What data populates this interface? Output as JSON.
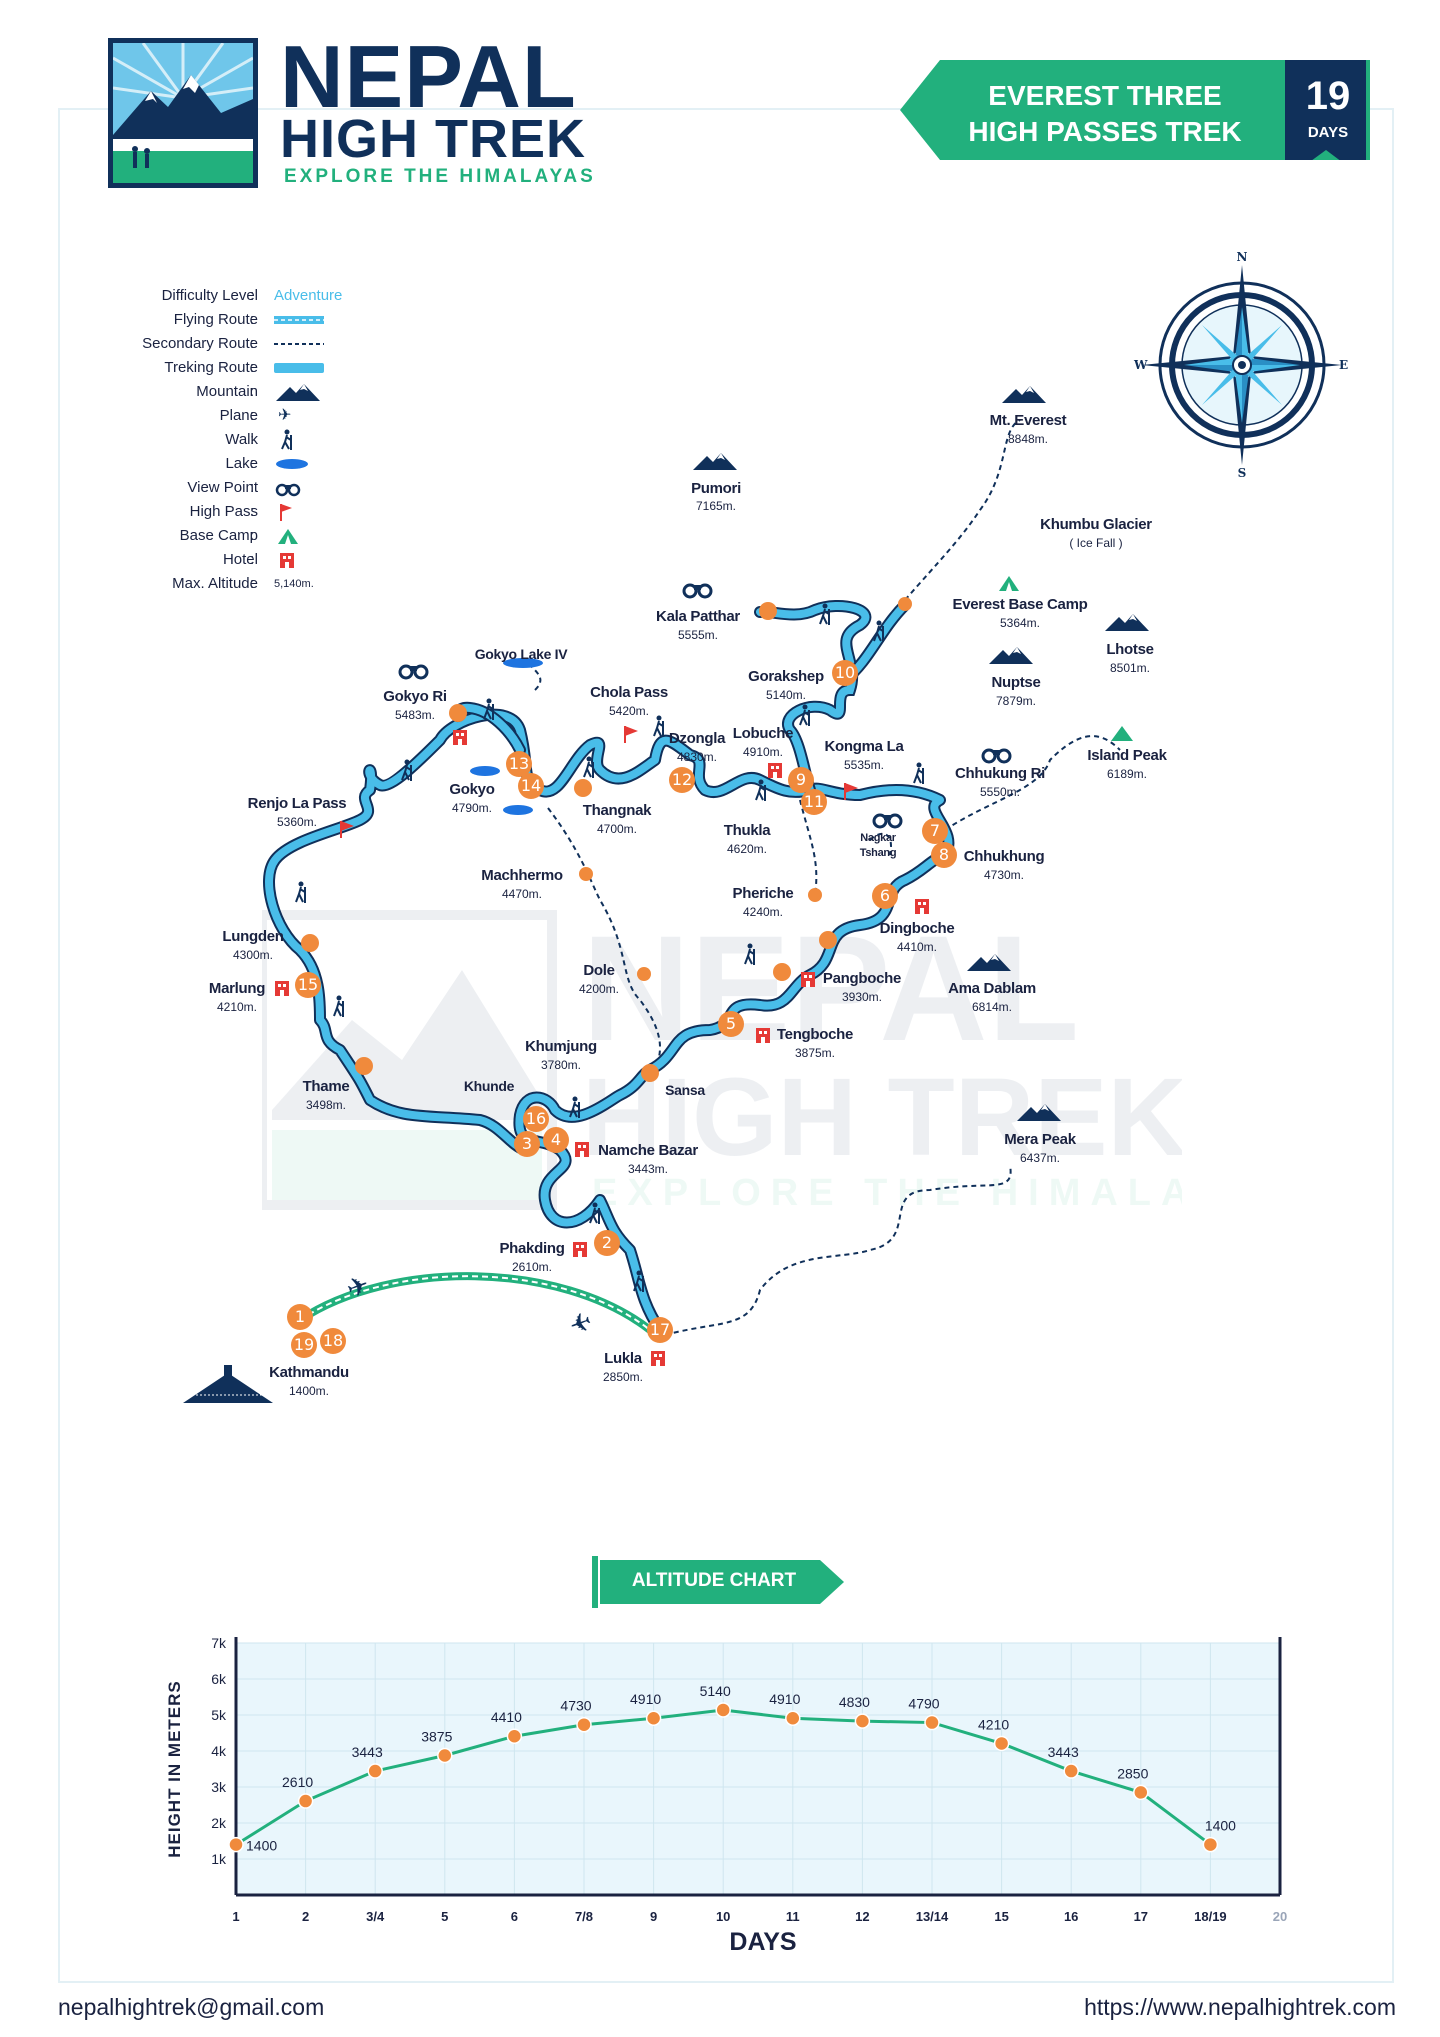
{
  "brand": {
    "line1": "NEPAL",
    "line2": "HIGH TREK",
    "tagline": "EXPLORE THE HIMALAYAS"
  },
  "title": {
    "line1": "EVEREST THREE",
    "line2": "HIGH PASSES TREK",
    "days_value": "19",
    "days_label": "DAYS"
  },
  "colors": {
    "navy": "#10305a",
    "green": "#22b07d",
    "route": "#49bde9",
    "stop": "#f08a3c",
    "pass_flag": "#e53935",
    "hotel": "#e53935"
  },
  "legend": [
    {
      "label": "Difficulty Level",
      "value": "Adventure",
      "icon": "text"
    },
    {
      "label": "Flying Route",
      "icon": "flying-route-line"
    },
    {
      "label": "Secondary Route",
      "icon": "dashed-line"
    },
    {
      "label": "Treking Route",
      "icon": "trek-route-line"
    },
    {
      "label": "Mountain",
      "icon": "mountain-icon"
    },
    {
      "label": "Plane",
      "icon": "plane-icon"
    },
    {
      "label": "Walk",
      "icon": "walker-icon"
    },
    {
      "label": "Lake",
      "icon": "lake-icon"
    },
    {
      "label": "View Point",
      "icon": "binoculars-icon"
    },
    {
      "label": "High Pass",
      "icon": "flag-icon"
    },
    {
      "label": "Base Camp",
      "icon": "tent-icon"
    },
    {
      "label": "Hotel",
      "icon": "hotel-icon"
    },
    {
      "label": "Max. Altitude",
      "value": "5,140m.",
      "icon": "text"
    }
  ],
  "compass": {
    "n": "N",
    "e": "E",
    "s": "S",
    "w": "W"
  },
  "places": [
    {
      "name": "Mt. Everest",
      "alt": "8848m."
    },
    {
      "name": "Pumori",
      "alt": "7165m."
    },
    {
      "name": "Khumbu Glacier",
      "alt": "( Ice Fall )"
    },
    {
      "name": "Kala Patthar",
      "alt": "5555m."
    },
    {
      "name": "Everest Base Camp",
      "alt": "5364m."
    },
    {
      "name": "Lhotse",
      "alt": "8501m."
    },
    {
      "name": "Gorakshep",
      "alt": "5140m."
    },
    {
      "name": "Nuptse",
      "alt": "7879m."
    },
    {
      "name": "Gokyo Lake IV",
      "alt": ""
    },
    {
      "name": "Chola Pass",
      "alt": "5420m."
    },
    {
      "name": "Gokyo Ri",
      "alt": "5483m."
    },
    {
      "name": "Dzongla",
      "alt": "4830m."
    },
    {
      "name": "Lobuche",
      "alt": "4910m."
    },
    {
      "name": "Kongma La",
      "alt": "5535m."
    },
    {
      "name": "Island Peak",
      "alt": "6189m."
    },
    {
      "name": "Chhukung Ri",
      "alt": "5550m."
    },
    {
      "name": "Gokyo",
      "alt": "4790m."
    },
    {
      "name": "Renjo La Pass",
      "alt": "5360m."
    },
    {
      "name": "Thangnak",
      "alt": "4700m."
    },
    {
      "name": "Thukla",
      "alt": "4620m."
    },
    {
      "name": "Nagkar",
      "alt": "Tshang"
    },
    {
      "name": "Chhukhung",
      "alt": "4730m."
    },
    {
      "name": "Machhermo",
      "alt": "4470m."
    },
    {
      "name": "Pheriche",
      "alt": "4240m."
    },
    {
      "name": "Dingboche",
      "alt": "4410m."
    },
    {
      "name": "Lungden",
      "alt": "4300m."
    },
    {
      "name": "Dole",
      "alt": "4200m."
    },
    {
      "name": "Pangboche",
      "alt": "3930m."
    },
    {
      "name": "Ama Dablam",
      "alt": "6814m."
    },
    {
      "name": "Marlung",
      "alt": "4210m."
    },
    {
      "name": "Tengboche",
      "alt": "3875m."
    },
    {
      "name": "Khumjung",
      "alt": "3780m."
    },
    {
      "name": "Thame",
      "alt": "3498m."
    },
    {
      "name": "Khunde",
      "alt": ""
    },
    {
      "name": "Sansa",
      "alt": ""
    },
    {
      "name": "Namche Bazar",
      "alt": "3443m."
    },
    {
      "name": "Mera Peak",
      "alt": "6437m."
    },
    {
      "name": "Phakding",
      "alt": "2610m."
    },
    {
      "name": "Kathmandu",
      "alt": "1400m."
    },
    {
      "name": "Lukla",
      "alt": "2850m."
    }
  ],
  "stops": [
    "1",
    "19",
    "18",
    "2",
    "3",
    "4",
    "16",
    "5",
    "6",
    "7",
    "8",
    "9",
    "11",
    "10",
    "12",
    "13",
    "14",
    "15",
    "17"
  ],
  "chart_button": "ALTITUDE CHART",
  "chart_data": {
    "type": "line",
    "ylabel": "HEIGHT IN METERS",
    "xlabel": "DAYS",
    "y_ticks": [
      "1k",
      "2k",
      "3k",
      "4k",
      "5k",
      "6k",
      "7k"
    ],
    "x_ticks": [
      "1",
      "2",
      "3/4",
      "5",
      "6",
      "7/8",
      "9",
      "10",
      "11",
      "12",
      "13/14",
      "15",
      "16",
      "17",
      "18/19",
      "20"
    ],
    "ylim": [
      0,
      7000
    ],
    "values": [
      1400,
      2610,
      3443,
      3875,
      4410,
      4730,
      4910,
      5140,
      4910,
      4830,
      4790,
      4210,
      3443,
      2850,
      1400
    ],
    "value_labels": [
      "1400",
      "2610",
      "3443",
      "3875",
      "4410",
      "4730",
      "4910",
      "5140",
      "4910",
      "4830",
      "4790",
      "4210",
      "3443",
      "2850",
      "1400"
    ],
    "grid": true
  },
  "footer": {
    "email": "nepalhightrek@gmail.com",
    "website": "https://www.nepalhightrek.com"
  }
}
